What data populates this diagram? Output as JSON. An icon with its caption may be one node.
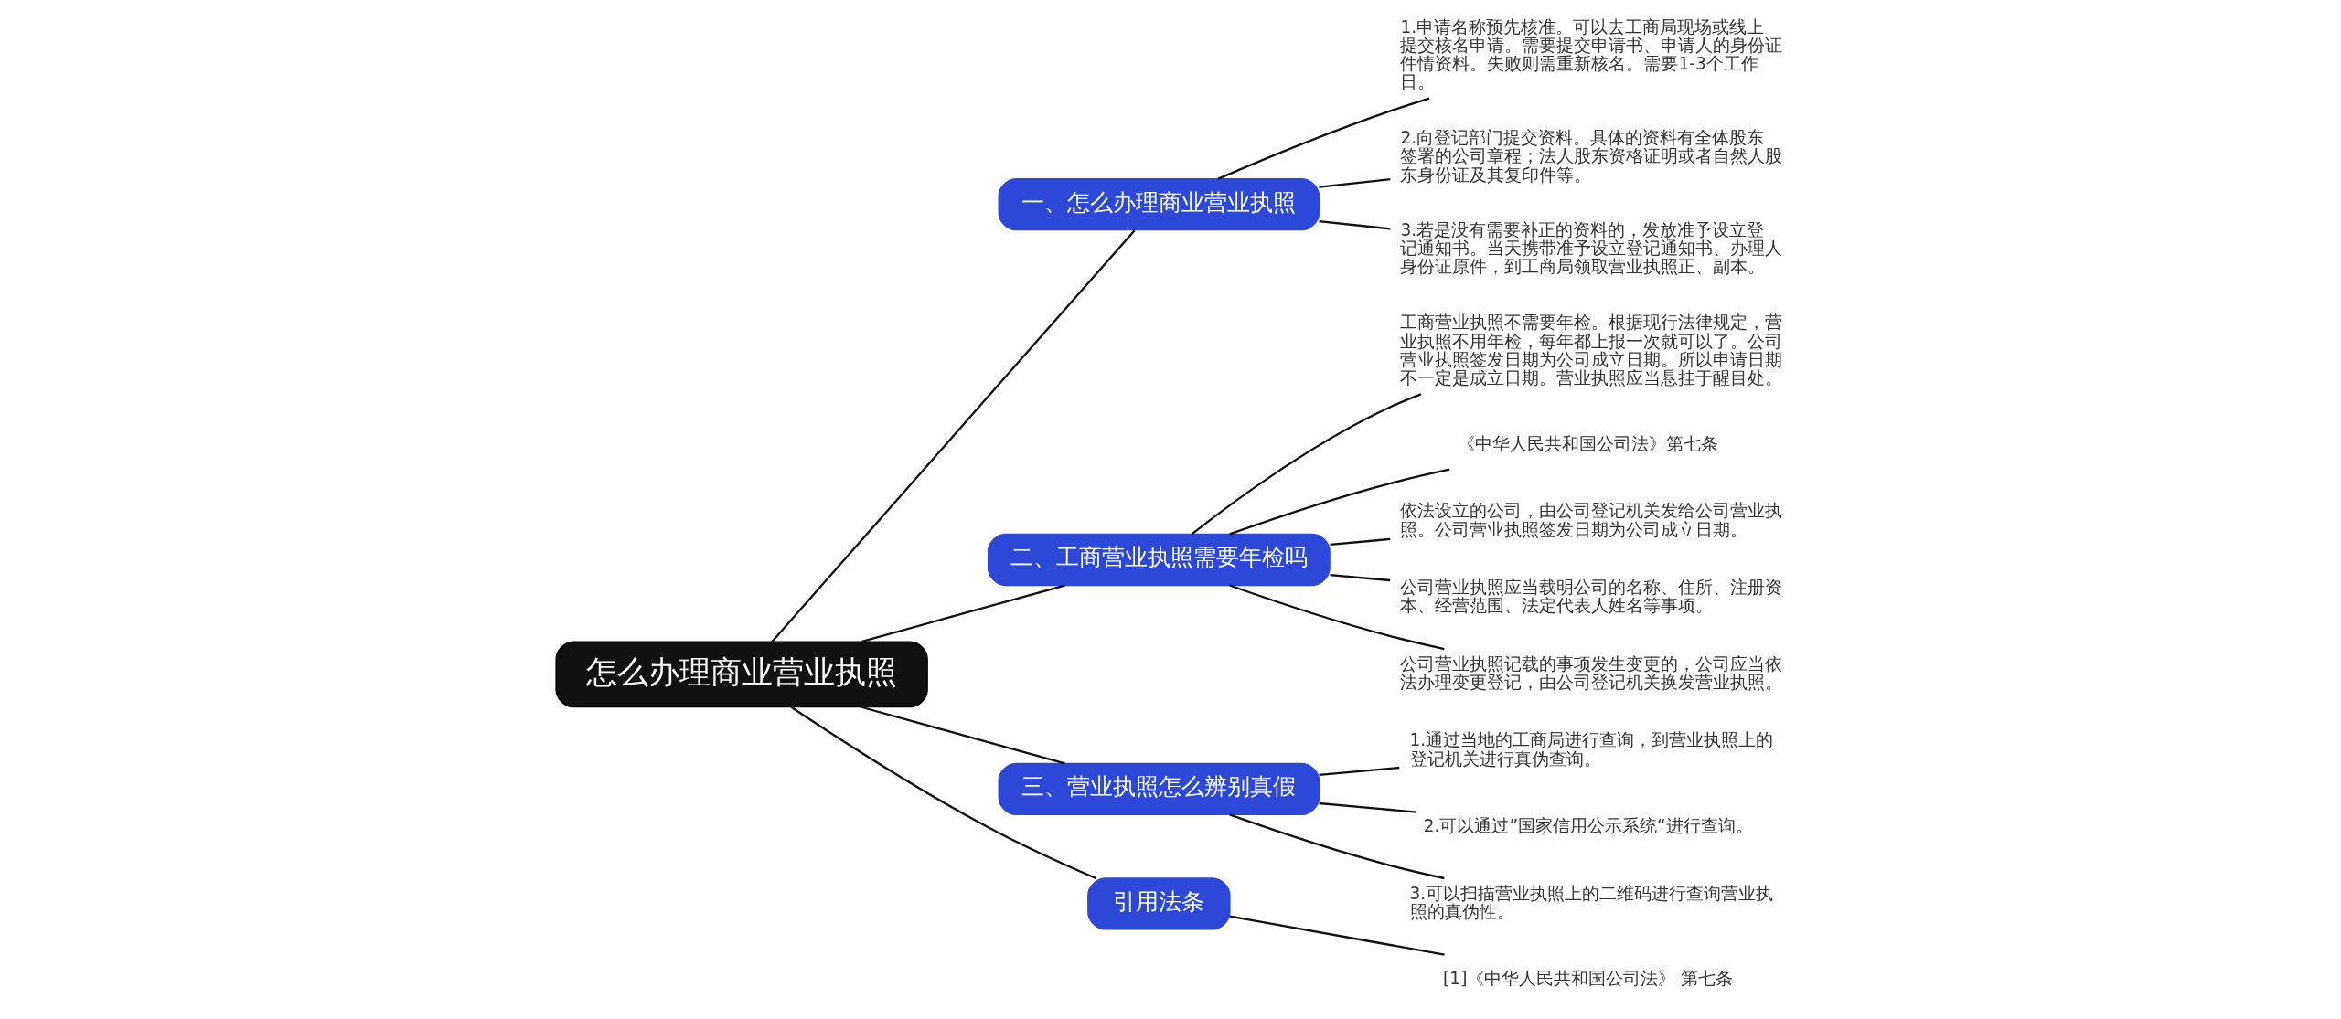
{
  "diagram": {
    "nodes": [
      {
        "text": [
          "怎么办理商业营业执照"
        ]
      },
      {
        "text": [
          "一、怎么办理商业营业执照"
        ]
      },
      {
        "text": [
          "1.申请名称预先核准。可以去工商局现场或线上提交核名申请。需要提交申请书、申请人的身份证件情资料。失败则需重新核名。需要1-3个工作日。"
        ]
      },
      {
        "text": [
          "2.向登记部门提交资料。具体的资料有全体股东签署的公司章程；法人股东资格证明或者自然人股东身份证及其复印件等。"
        ]
      },
      {
        "text": [
          "3.若是没有需要补正的资料的，发放准予设立登记通知书。当天携带准予设立登记通知书、办理人身份证原件，到工商局领取营业执照正、副本。"
        ]
      },
      {
        "text": [
          "二、工商营业执照需要年检吗"
        ]
      },
      {
        "text": [
          "工商营业执照不需要年检。根据现行法律规定，营业执照不用年检，每年都上报一次就可以了。公司营业执照签发日期为公司成立日期。所以申请日期不一定是成立日期。营业执照应当悬挂于醒目处。"
        ]
      },
      {
        "text": [
          "《中华人民共和国公司法》第七条"
        ]
      },
      {
        "text": [
          "依法设立的公司，由公司登记机关发给公司营业执照。公司营业执照签发日期为公司成立日期。"
        ]
      },
      {
        "text": [
          "公司营业执照应当载明公司的名称、住所、注册资本、经营范围、法定代表人姓名等事项。"
        ]
      },
      {
        "text": [
          "公司营业执照记载的事项发生变更的，公司应当依法办理变更登记，由公司登记机关换发营业执照。"
        ]
      },
      {
        "text": [
          "三、营业执照怎么辨别真假"
        ]
      },
      {
        "text": [
          "1.通过当地的工商局进行查询，到营业执照上的登记机关进行真伪查询。"
        ]
      },
      {
        "text": [
          "2.可以通过”国家信用公示系统“进行查询。"
        ]
      },
      {
        "text": [
          "3.可以扫描营业执照上的二维码进行查询营业执照的真伪性。"
        ]
      },
      {
        "text": [
          "引用法条"
        ]
      },
      {
        "text": [
          "[1]《中华人民共和国公司法》 第七条"
        ]
      }
    ],
    "edges": [
      {
        "from": 0,
        "to": 1,
        "arrow": "none"
      },
      {
        "from": 1,
        "to": 2,
        "arrow": "none"
      },
      {
        "from": 1,
        "to": 3,
        "arrow": "none"
      },
      {
        "from": 1,
        "to": 4,
        "arrow": "none"
      },
      {
        "from": 0,
        "to": 5,
        "arrow": "none"
      },
      {
        "from": 5,
        "to": 6,
        "arrow": "none"
      },
      {
        "from": 5,
        "to": 7,
        "arrow": "none"
      },
      {
        "from": 5,
        "to": 8,
        "arrow": "none"
      },
      {
        "from": 5,
        "to": 9,
        "arrow": "none"
      },
      {
        "from": 5,
        "to": 10,
        "arrow": "none"
      },
      {
        "from": 0,
        "to": 11,
        "arrow": "none"
      },
      {
        "from": 11,
        "to": 12,
        "arrow": "none"
      },
      {
        "from": 11,
        "to": 13,
        "arrow": "none"
      },
      {
        "from": 11,
        "to": 14,
        "arrow": "none"
      },
      {
        "from": 0,
        "to": 15,
        "arrow": "none"
      },
      {
        "from": 15,
        "to": 16,
        "arrow": "none"
      }
    ]
  }
}
